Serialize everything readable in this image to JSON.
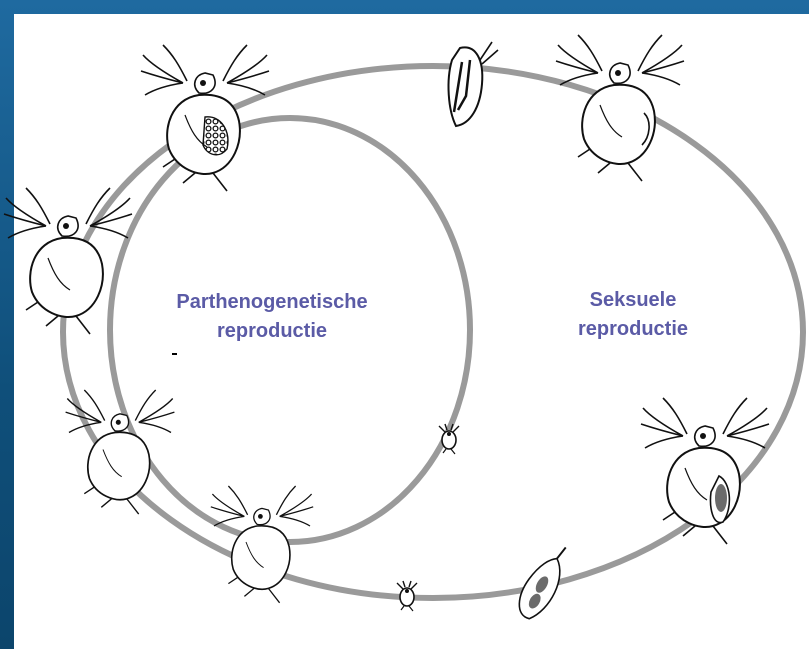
{
  "labels": {
    "left_cycle": [
      "Parthenogenetische",
      "reproductie"
    ],
    "right_cycle": [
      "Seksuele",
      "reproductie"
    ]
  },
  "colors": {
    "frame": "#0f4f7a",
    "ring": "#9a9a9a",
    "label": "#5b5ba6",
    "organism_fill": "#ffffff",
    "organism_stroke": "#111111",
    "egg": "#6b6b6b"
  },
  "organisms": [
    {
      "kind": "daphnia-with-brood"
    },
    {
      "kind": "daphnia"
    },
    {
      "kind": "daphnia"
    },
    {
      "kind": "daphnia"
    },
    {
      "kind": "juvenile"
    },
    {
      "kind": "juvenile"
    },
    {
      "kind": "male-daphnia"
    },
    {
      "kind": "daphnia-sexual"
    },
    {
      "kind": "daphnia-with-ephippium"
    },
    {
      "kind": "ephippium"
    }
  ]
}
